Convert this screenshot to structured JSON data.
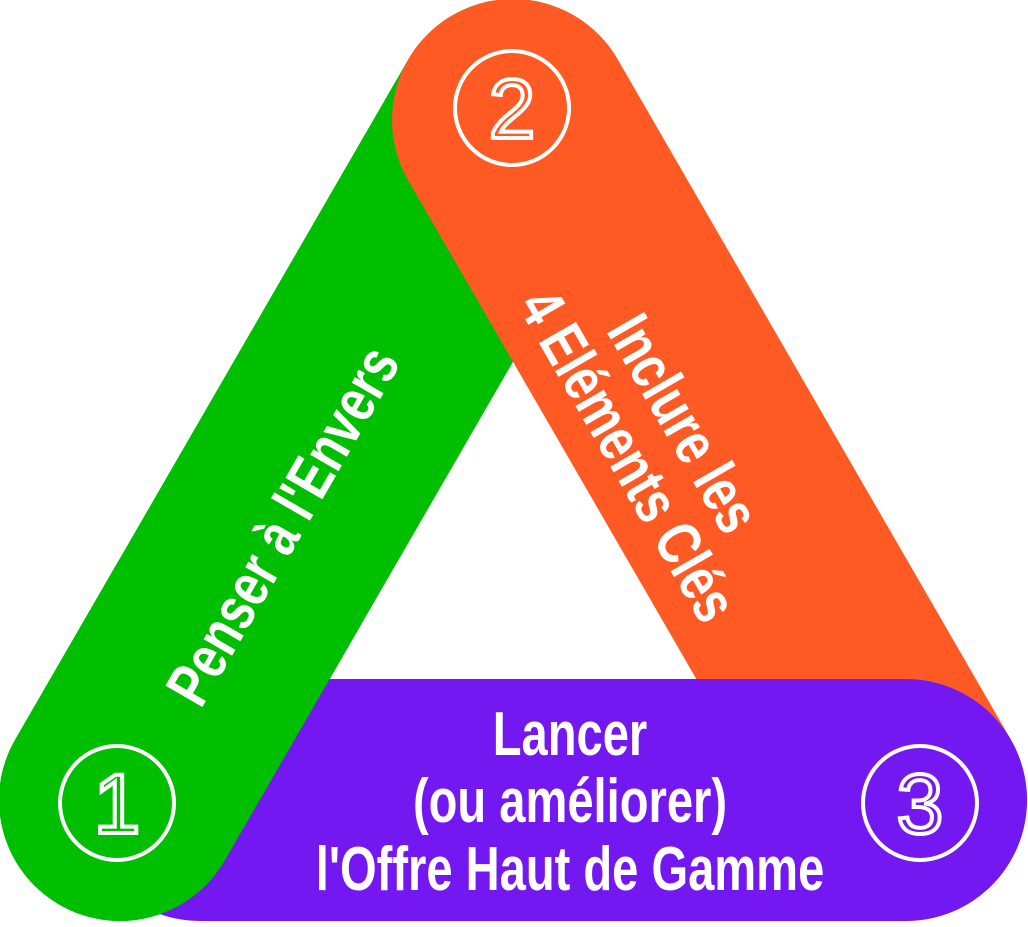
{
  "colors": {
    "step1": "#00BE00",
    "step2": "#FF5A23",
    "step3": "#7318F0",
    "text": "#FFFFFF"
  },
  "steps": [
    {
      "number": "1",
      "lines": [
        "Penser à l'Envers"
      ]
    },
    {
      "number": "2",
      "lines": [
        "Inclure les",
        "4 Eléments Clés"
      ]
    },
    {
      "number": "3",
      "lines": [
        "Lancer",
        "(ou améliorer)",
        "l'Offre Haut de Gamme"
      ]
    }
  ]
}
